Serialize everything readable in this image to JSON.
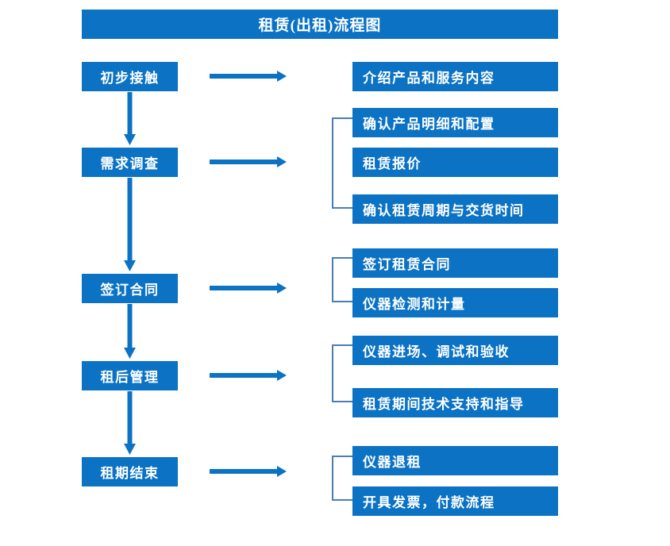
{
  "diagram": {
    "title": "租赁(出租)流程图",
    "accent_color": "#0b72c4",
    "bracket_color": "#4a7db5",
    "text_color": "#ffffff",
    "background_color": "#ffffff"
  },
  "stages": [
    {
      "label": "初步接触"
    },
    {
      "label": "需求调查"
    },
    {
      "label": "签订合同"
    },
    {
      "label": "租后管理"
    },
    {
      "label": "租期结束"
    }
  ],
  "details": [
    {
      "label": "介绍产品和服务内容"
    },
    {
      "label": "确认产品明细和配置"
    },
    {
      "label": "租赁报价"
    },
    {
      "label": "确认租赁周期与交货时间"
    },
    {
      "label": "签订租赁合同"
    },
    {
      "label": "仪器检测和计量"
    },
    {
      "label": "仪器进场、调试和验收"
    },
    {
      "label": "租赁期间技术支持和指导"
    },
    {
      "label": "仪器退租"
    },
    {
      "label": "开具发票，付款流程"
    }
  ]
}
